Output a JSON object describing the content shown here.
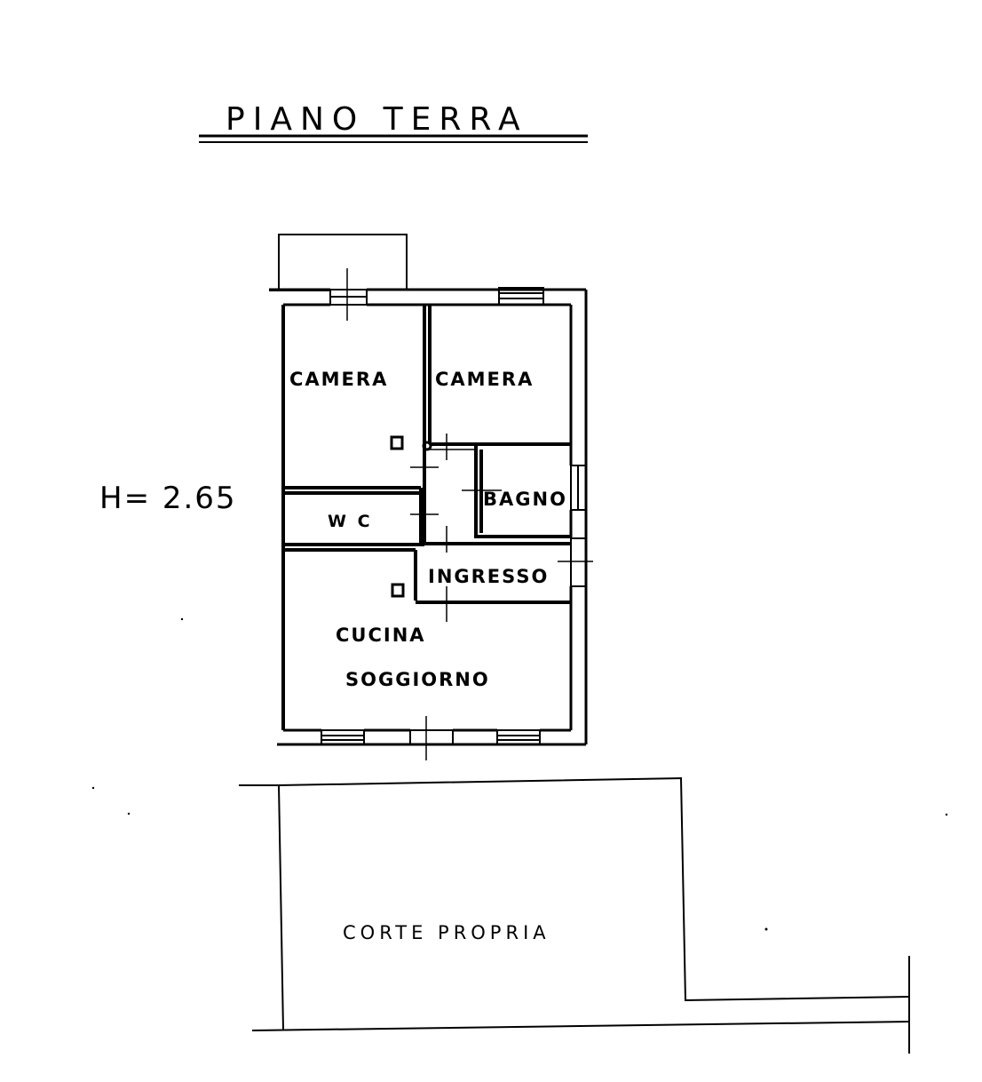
{
  "plan": {
    "title": "PIANO TERRA",
    "height_label": "H= 2.65",
    "rooms": {
      "camera_left": "CAMERA",
      "camera_right": "CAMERA",
      "bagno": "BAGNO",
      "wc": "W C",
      "ingresso": "INGRESSO",
      "cucina": "CUCINA",
      "soggiorno": "SOGGIORNO"
    },
    "court": "CORTE PROPRIA"
  }
}
